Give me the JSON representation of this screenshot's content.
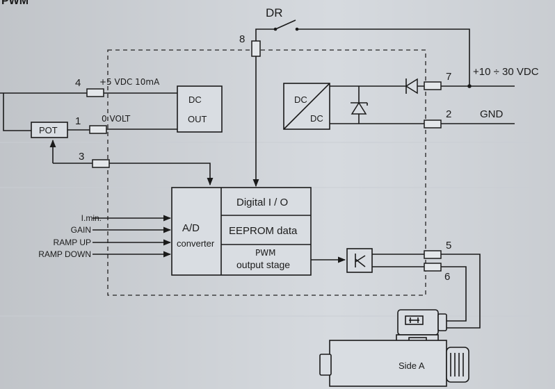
{
  "header": {
    "title_fragment": "PWM"
  },
  "switch": {
    "label": "DR"
  },
  "terminals": {
    "t1": "1",
    "t2": "2",
    "t3": "3",
    "t4": "4",
    "t5": "5",
    "t6": "6",
    "t7": "7",
    "t8": "8"
  },
  "supply": {
    "voltage_label": "+10 ÷ 30 VDC",
    "ground_label": "GND"
  },
  "dc_out": {
    "line1": "DC",
    "line2": "OUT",
    "plus5_label": "+5 VDC 10mA",
    "zero_label": "0 VOLT"
  },
  "dcdc": {
    "in_label": "DC",
    "out_label": "DC"
  },
  "pot": {
    "label": "POT"
  },
  "inputs": [
    "I.min.",
    "GAIN",
    "RAMP UP",
    "RAMP DOWN"
  ],
  "adc": {
    "line1": "A/D",
    "line2": "converter"
  },
  "modules": {
    "digital_io": "Digital I / O",
    "eeprom": "EEPROM data",
    "pwm_line1": "PWM",
    "pwm_line2": "output stage"
  },
  "valve": {
    "side_label": "Side A"
  }
}
